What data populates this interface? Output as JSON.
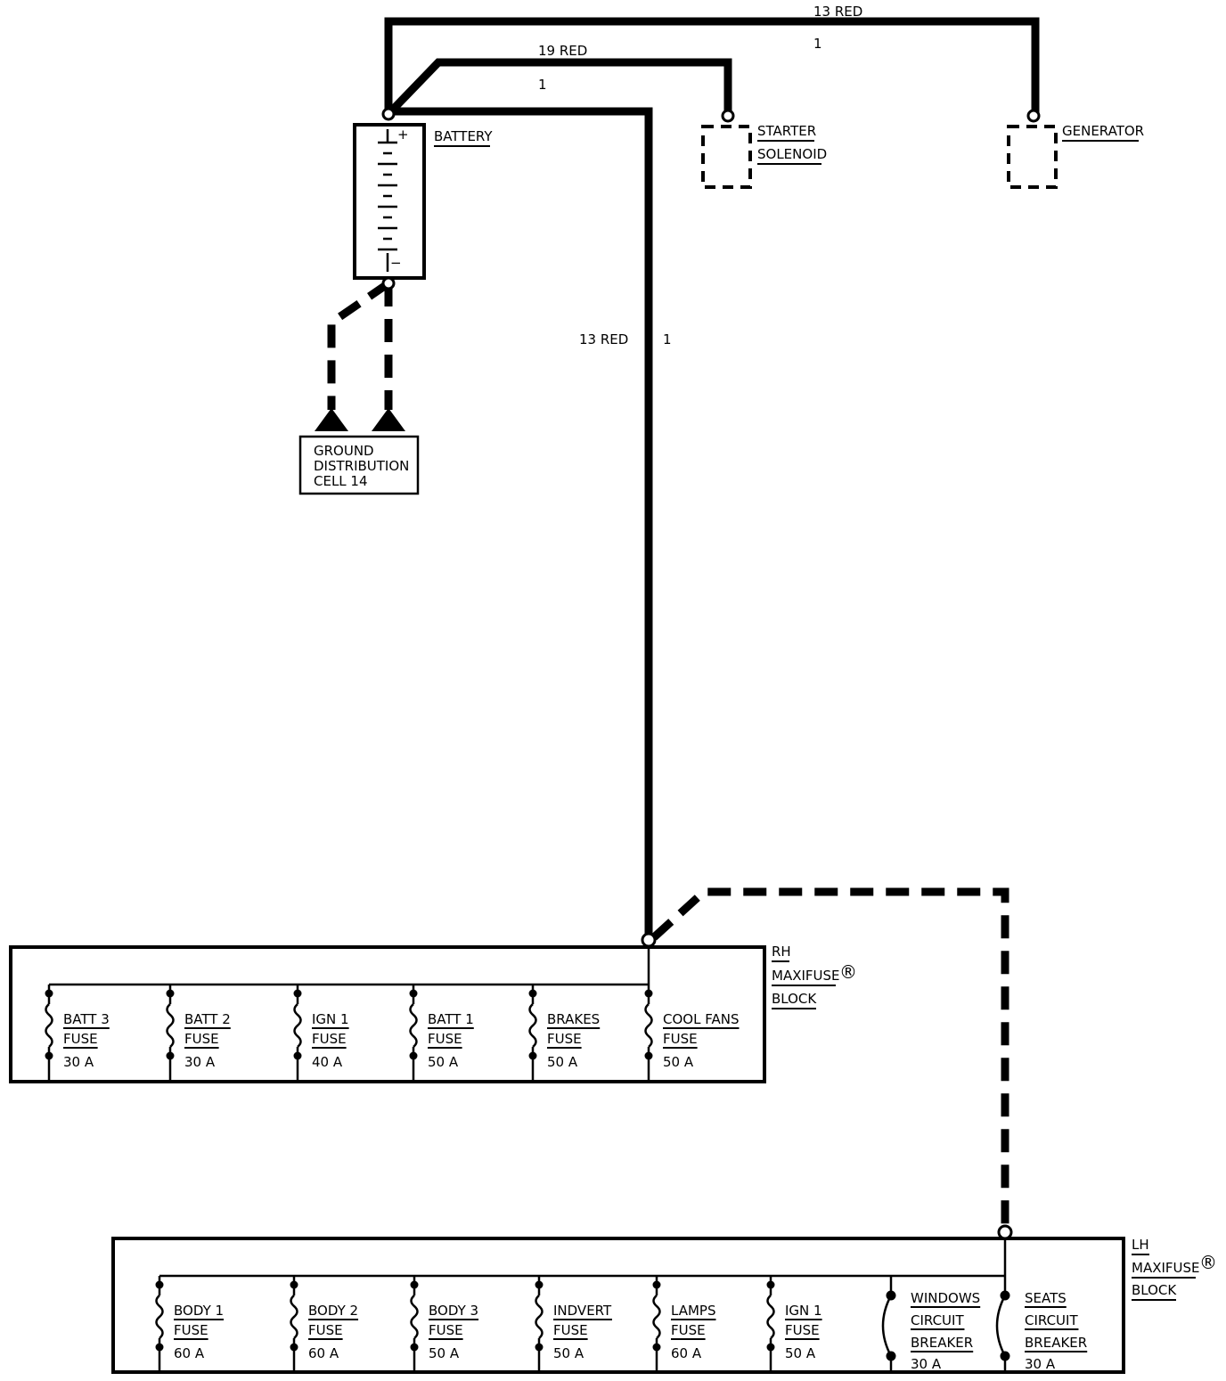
{
  "wires": {
    "generator_feed_label": "13 RED",
    "generator_feed_num": "1",
    "starter_feed_label": "19 RED",
    "starter_feed_num": "1",
    "rh_feed_label": "13 RED",
    "rh_feed_num": "1"
  },
  "battery": {
    "label": "BATTERY",
    "plus": "+",
    "minus": "−"
  },
  "starter_solenoid": {
    "line1": "STARTER",
    "line2": "SOLENOID"
  },
  "generator": {
    "label": "GENERATOR"
  },
  "ground": {
    "line1": "GROUND",
    "line2": "DISTRIBUTION",
    "line3": "CELL 14"
  },
  "rh_block": {
    "line1": "RH",
    "line2": "MAXIFUSE",
    "mark": "®",
    "line3": "BLOCK",
    "fuses": [
      {
        "name": "BATT 3",
        "type": "FUSE",
        "rating": "30 A"
      },
      {
        "name": "BATT 2",
        "type": "FUSE",
        "rating": "30 A"
      },
      {
        "name": "IGN 1",
        "type": "FUSE",
        "rating": "40 A"
      },
      {
        "name": "BATT 1",
        "type": "FUSE",
        "rating": "50 A"
      },
      {
        "name": "BRAKES",
        "type": "FUSE",
        "rating": "50 A"
      },
      {
        "name": "COOL FANS",
        "type": "FUSE",
        "rating": "50 A"
      }
    ]
  },
  "lh_block": {
    "line1": "LH",
    "line2": "MAXIFUSE",
    "mark": "®",
    "line3": "BLOCK",
    "fuses": [
      {
        "name": "BODY 1",
        "type": "FUSE",
        "rating": "60 A"
      },
      {
        "name": "BODY 2",
        "type": "FUSE",
        "rating": "60 A"
      },
      {
        "name": "BODY 3",
        "type": "FUSE",
        "rating": "50 A"
      },
      {
        "name": "INDVERT",
        "type": "FUSE",
        "rating": "50 A"
      },
      {
        "name": "LAMPS",
        "type": "FUSE",
        "rating": "60 A"
      },
      {
        "name": "IGN 1",
        "type": "FUSE",
        "rating": "50 A"
      }
    ],
    "breakers": [
      {
        "name": "WINDOWS",
        "line2": "CIRCUIT",
        "line3": "BREAKER",
        "rating": "30 A"
      },
      {
        "name": "SEATS",
        "line2": "CIRCUIT",
        "line3": "BREAKER",
        "rating": "30 A"
      }
    ]
  }
}
